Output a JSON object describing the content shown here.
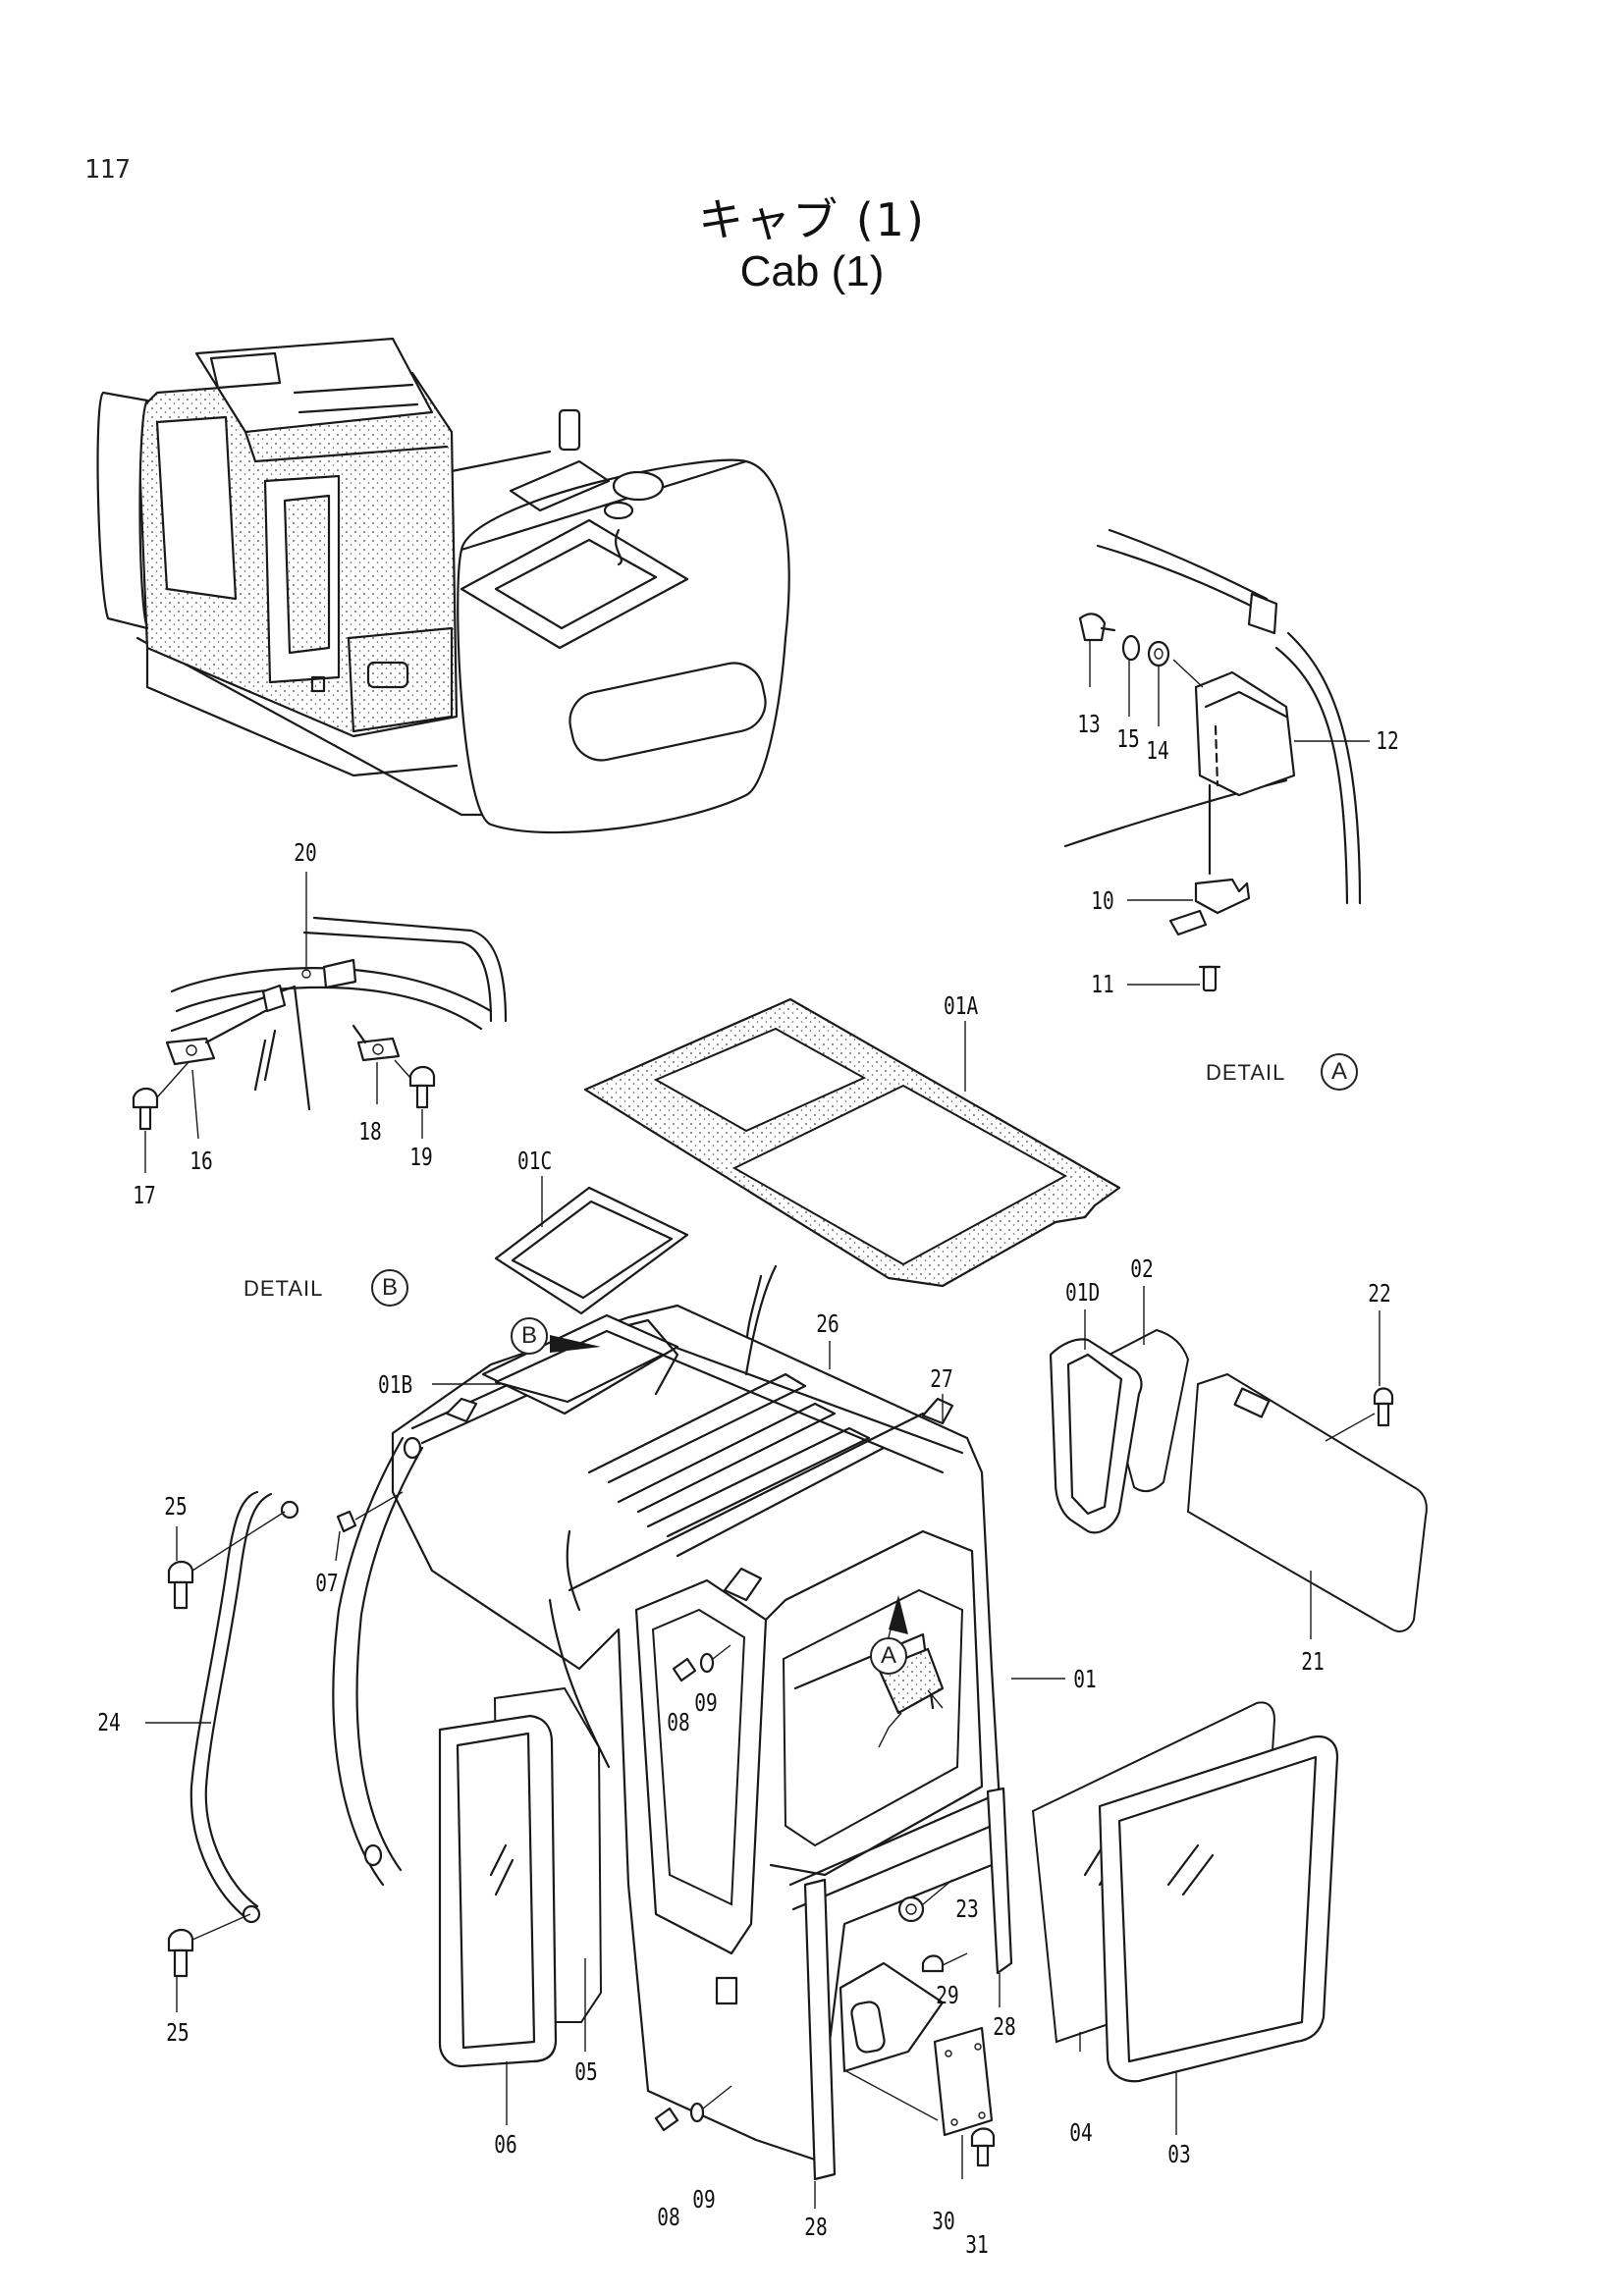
{
  "page_number": "117",
  "title_jp": "キャブ (1)",
  "title_en": "Cab (1)",
  "details": [
    {
      "label": "DETAIL",
      "letter": "A"
    },
    {
      "label": "DETAIL",
      "letter": "B"
    }
  ],
  "markers": [
    {
      "letter": "B"
    },
    {
      "letter": "A"
    }
  ],
  "callouts": [
    "20",
    "16",
    "17",
    "18",
    "19",
    "13",
    "15",
    "14",
    "12",
    "10",
    "11",
    "01A",
    "01C",
    "01B",
    "26",
    "27",
    "02",
    "01D",
    "22",
    "21",
    "25",
    "07",
    "24",
    "25",
    "08",
    "09",
    "01",
    "23",
    "29",
    "28",
    "28",
    "05",
    "06",
    "08",
    "09",
    "30",
    "31",
    "04",
    "03"
  ]
}
